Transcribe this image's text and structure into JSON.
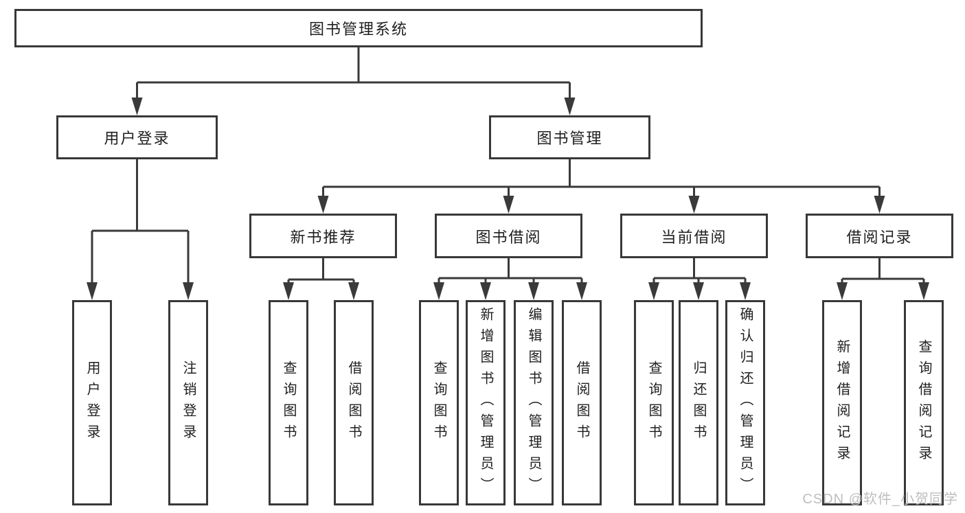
{
  "diagram": {
    "root": {
      "label": "图书管理系统"
    },
    "branches": [
      {
        "label": "用户登录",
        "children": [
          {
            "label": "用户登录"
          },
          {
            "label": "注销登录"
          }
        ]
      },
      {
        "label": "图书管理",
        "children": [
          {
            "label": "新书推荐",
            "children": [
              {
                "label": "查询图书"
              },
              {
                "label": "借阅图书"
              }
            ]
          },
          {
            "label": "图书借阅",
            "children": [
              {
                "label": "查询图书"
              },
              {
                "label": "新增图书（管理员）"
              },
              {
                "label": "编辑图书（管理员）"
              },
              {
                "label": "借阅图书"
              }
            ]
          },
          {
            "label": "当前借阅",
            "children": [
              {
                "label": "查询图书"
              },
              {
                "label": "归还图书"
              },
              {
                "label": "确认归还（管理员）"
              }
            ]
          },
          {
            "label": "借阅记录",
            "children": [
              {
                "label": "新增借阅记录"
              },
              {
                "label": "查询借阅记录"
              }
            ]
          }
        ]
      }
    ]
  },
  "watermark": {
    "text": "CSDN @软件_小贺同学",
    "color": "#bfbebe"
  },
  "colors": {
    "line": "#3a3a3a",
    "box_border": "#383838",
    "text": "#1f1f1f",
    "background": "#ffffff"
  }
}
